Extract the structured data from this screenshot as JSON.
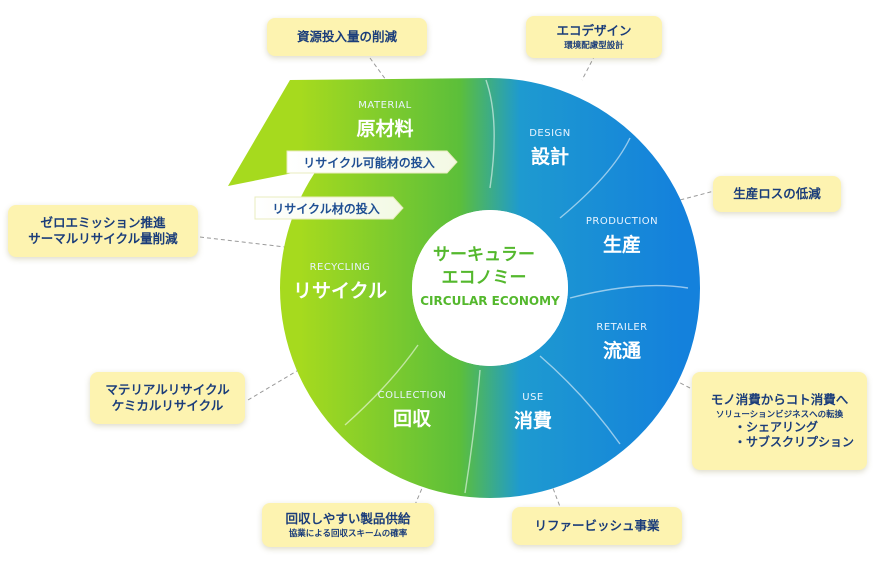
{
  "center": {
    "line1": "サーキュラー",
    "line2": "エコノミー",
    "english": "CIRCULAR ECONOMY"
  },
  "segments": {
    "material": {
      "en": "MATERIAL",
      "jp": "原材料"
    },
    "design": {
      "en": "DESIGN",
      "jp": "設計"
    },
    "production": {
      "en": "PRODUCTION",
      "jp": "生産"
    },
    "retailer": {
      "en": "RETAILER",
      "jp": "流通"
    },
    "use": {
      "en": "USE",
      "jp": "消費"
    },
    "collection": {
      "en": "COLLECTION",
      "jp": "回収"
    },
    "recycling": {
      "en": "RECYCLING",
      "jp": "リサイクル"
    }
  },
  "inputs": {
    "recyclable": "リサイクル可能材の投入",
    "recycled": "リサイクル材の投入"
  },
  "callouts": {
    "resource": {
      "main": "資源投入量の削減"
    },
    "ecodesign": {
      "main": "エコデザイン",
      "sub": "環境配慮型設計"
    },
    "production_loss": {
      "main": "生産ロスの低減"
    },
    "zero_emission": {
      "line1": "ゼロエミッション推進",
      "line2": "サーマルリサイクル量削減"
    },
    "material_recycle": {
      "line1": "マテリアルリサイクル",
      "line2": "ケミカルリサイクル"
    },
    "servitization": {
      "line1": "モノ消費からコト消費へ",
      "sub": "ソリューションビジネスへの転換",
      "bullet1": "・シェアリング",
      "bullet2": "・サブスクリプション"
    },
    "collection_easy": {
      "main": "回収しやすい製品供給",
      "sub": "協業による回収スキームの確率"
    },
    "refurbish": {
      "main": "リファービッシュ事業"
    }
  },
  "colors": {
    "green": "#9ad42a",
    "blue": "#1c86d8",
    "callout_bg": "#fdf3b0",
    "text_blue": "#1b3d7a",
    "center_green": "#54b82d"
  }
}
